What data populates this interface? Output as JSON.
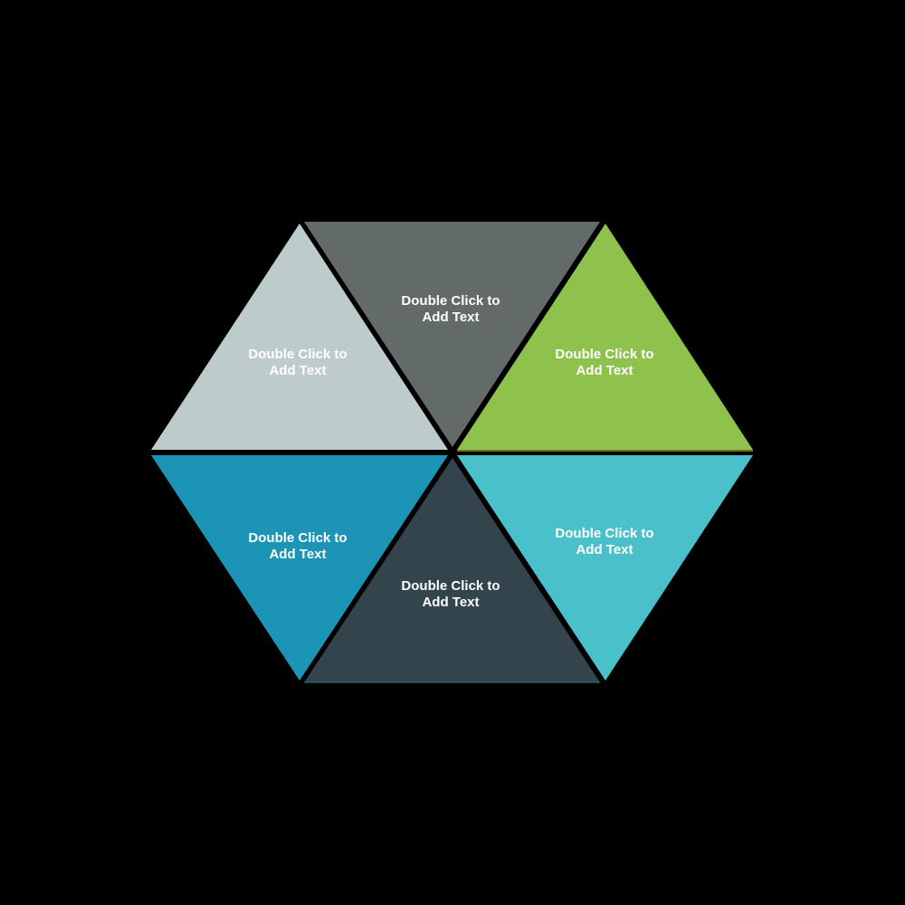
{
  "diagram": {
    "title": "",
    "segments": [
      {
        "id": "top-left",
        "label_line1": "Double Click to",
        "label_line2": "Add Text",
        "color": "#BDCCCB"
      },
      {
        "id": "top-center",
        "label_line1": "Double Click to",
        "label_line2": "Add Text",
        "color": "#636A6A"
      },
      {
        "id": "top-right",
        "label_line1": "Double Click to",
        "label_line2": "Add Text",
        "color": "#8FC24C"
      },
      {
        "id": "bottom-left",
        "label_line1": "Double Click to",
        "label_line2": "Add Text",
        "color": "#1B94B5"
      },
      {
        "id": "bottom-center",
        "label_line1": "Double Click to",
        "label_line2": "Add Text",
        "color": "#33444D"
      },
      {
        "id": "bottom-right",
        "label_line1": "Double Click to",
        "label_line2": "Add Text",
        "color": "#49C0CA"
      }
    ]
  }
}
